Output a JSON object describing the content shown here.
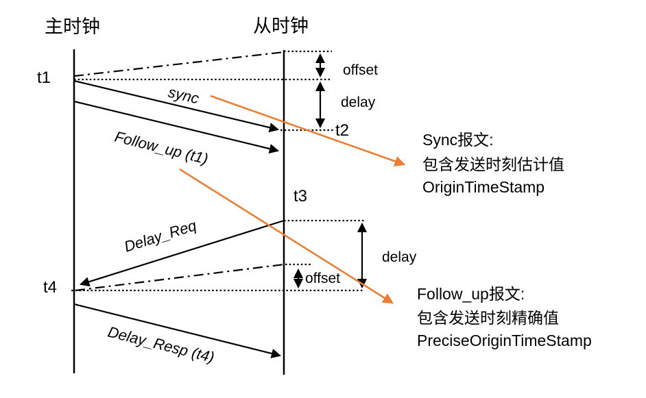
{
  "diagram": {
    "title_role": "PTP time synchronization sequence",
    "master_clock": "主时钟",
    "slave_clock": "从时钟",
    "timestamps": {
      "t1": "t1",
      "t2": "t2",
      "t3": "t3",
      "t4": "t4"
    },
    "measures": {
      "offset_top": "offset",
      "delay_top": "delay",
      "delay_bottom": "delay",
      "offset_bottom": "offset"
    },
    "messages": {
      "sync": "sync",
      "follow_up": "Follow_up (t1)",
      "delay_req": "Delay_Req",
      "delay_resp": "Delay_Resp (t4)"
    },
    "annotations": {
      "sync_note": {
        "title": "Sync报文:",
        "desc": "包含发送时刻估计值",
        "field": "OriginTimeStamp"
      },
      "follow_up_note": {
        "title": "Follow_up报文:",
        "desc": "包含发送时刻精确值",
        "field": "PreciseOriginTimeStamp"
      }
    },
    "colors": {
      "line": "#000000",
      "accent_orange": "#ED7D31",
      "background": "#FFFFFF"
    }
  }
}
